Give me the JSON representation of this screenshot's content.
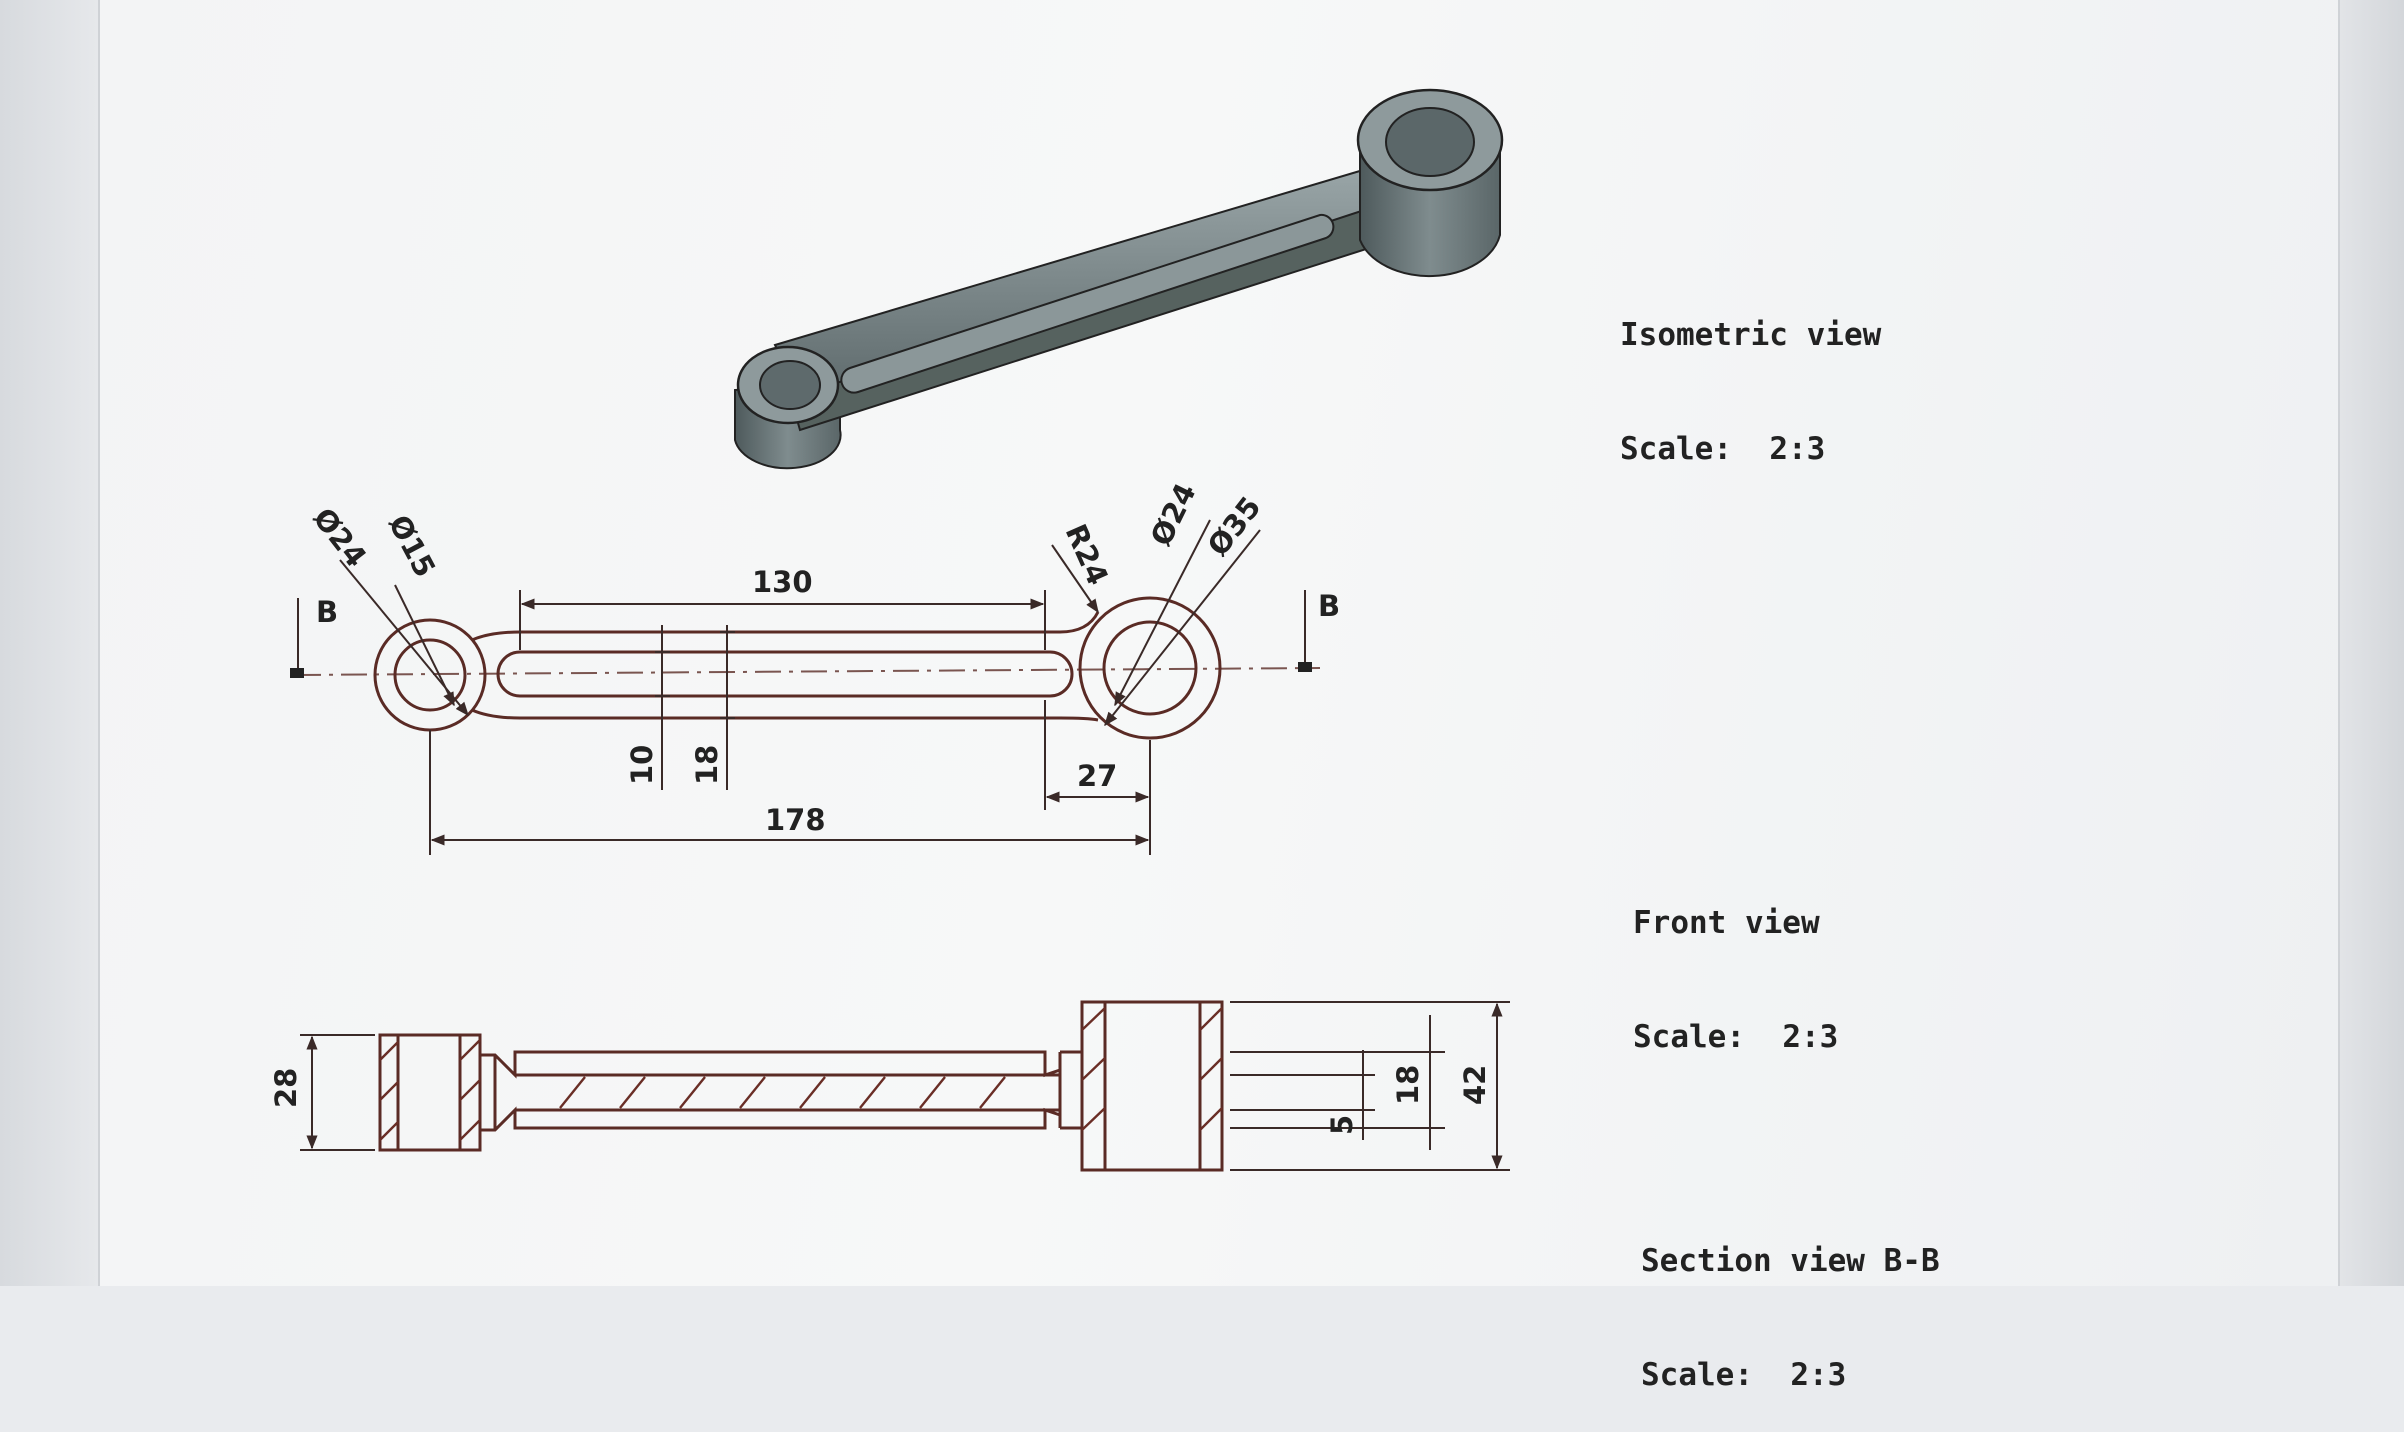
{
  "views": {
    "isometric": {
      "name": "Isometric view",
      "scale_label": "Scale:",
      "scale": "2:3"
    },
    "front": {
      "name": "Front view",
      "scale_label": "Scale:",
      "scale": "2:3"
    },
    "section": {
      "name": "Section view B-B",
      "scale_label": "Scale:",
      "scale": "2:3"
    }
  },
  "dimensions": {
    "small_outer_dia": "Ø24",
    "small_bore_dia": "Ø15",
    "slot_length": "130",
    "fillet_radius": "R24",
    "large_bore_dia": "Ø24",
    "large_outer_dia": "Ø35",
    "section_mark_left": "B",
    "section_mark_right": "B",
    "slot_width": "10",
    "web_width": "18",
    "boss_offset": "27",
    "center_distance": "178",
    "small_boss_height": "28",
    "web_thickness": "5",
    "rib_height": "18",
    "large_boss_height": "42"
  },
  "colors": {
    "part_fill": "#7d8a8c",
    "line": "#5a2b25",
    "background": "#f4f5f6"
  }
}
